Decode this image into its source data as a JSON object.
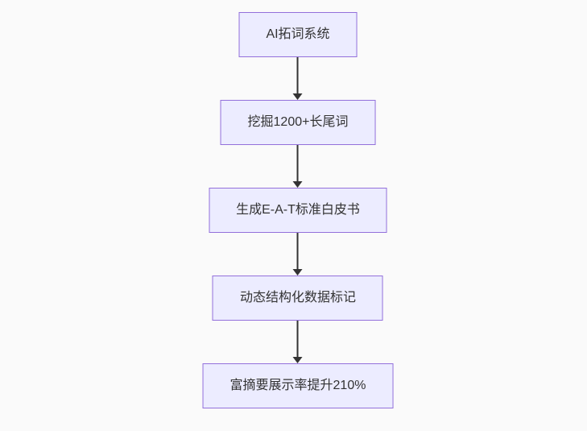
{
  "flowchart": {
    "type": "vertical-flow",
    "nodes": [
      {
        "label": "AI拓词系统"
      },
      {
        "label": "挖掘1200+长尾词"
      },
      {
        "label": "生成E-A-T标准白皮书"
      },
      {
        "label": "动态结构化数据标记"
      },
      {
        "label": "富摘要展示率提升210%"
      }
    ],
    "edges": [
      {
        "from": 0,
        "to": 1
      },
      {
        "from": 1,
        "to": 2
      },
      {
        "from": 2,
        "to": 3
      },
      {
        "from": 3,
        "to": 4
      }
    ],
    "colors": {
      "node_fill": "#ECECFF",
      "node_border": "#9370DB",
      "node_text": "#333333",
      "arrow": "#333333",
      "background": "#FAFAFA"
    }
  }
}
